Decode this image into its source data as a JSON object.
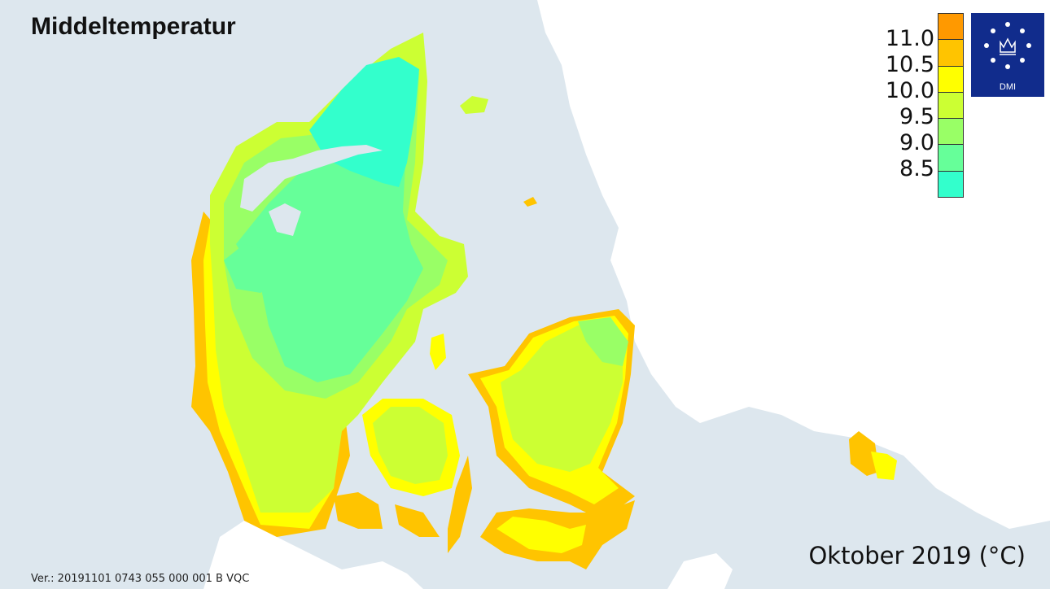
{
  "title": "Middeltemperatur",
  "caption": "Oktober 2019 (°C)",
  "version": "Ver.: 20191101 0743 055 000 001 B VQC",
  "legend": {
    "labels": [
      "11.0",
      "10.5",
      "10.0",
      "9.5",
      "9.0",
      "8.5"
    ],
    "colors": [
      "#ff9900",
      "#ffc400",
      "#ffff00",
      "#ccff33",
      "#99ff66",
      "#66ff99",
      "#33ffcc"
    ]
  },
  "logo": {
    "text": "DMI",
    "icon": "crown-icon",
    "background": "#112c8c"
  },
  "colors": {
    "sea": "#dde7ee",
    "foreign_land": "#ffffff"
  }
}
